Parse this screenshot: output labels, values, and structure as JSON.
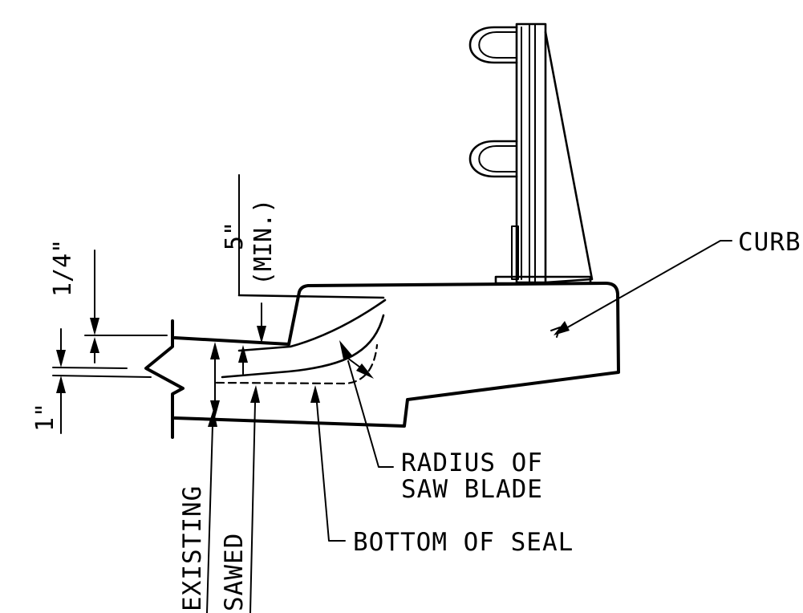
{
  "labels": {
    "curb": "CURB",
    "radius_line1": "RADIUS OF",
    "radius_line2": "SAW BLADE",
    "bottom_of_seal": "BOTTOM OF SEAL",
    "existing": "EXISTING",
    "sawed": "SAWED"
  },
  "dimensions": {
    "top_depth": "5\"",
    "top_depth_note": "(MIN.)",
    "quarter_inch": "1/4\"",
    "one_inch": "1\""
  }
}
